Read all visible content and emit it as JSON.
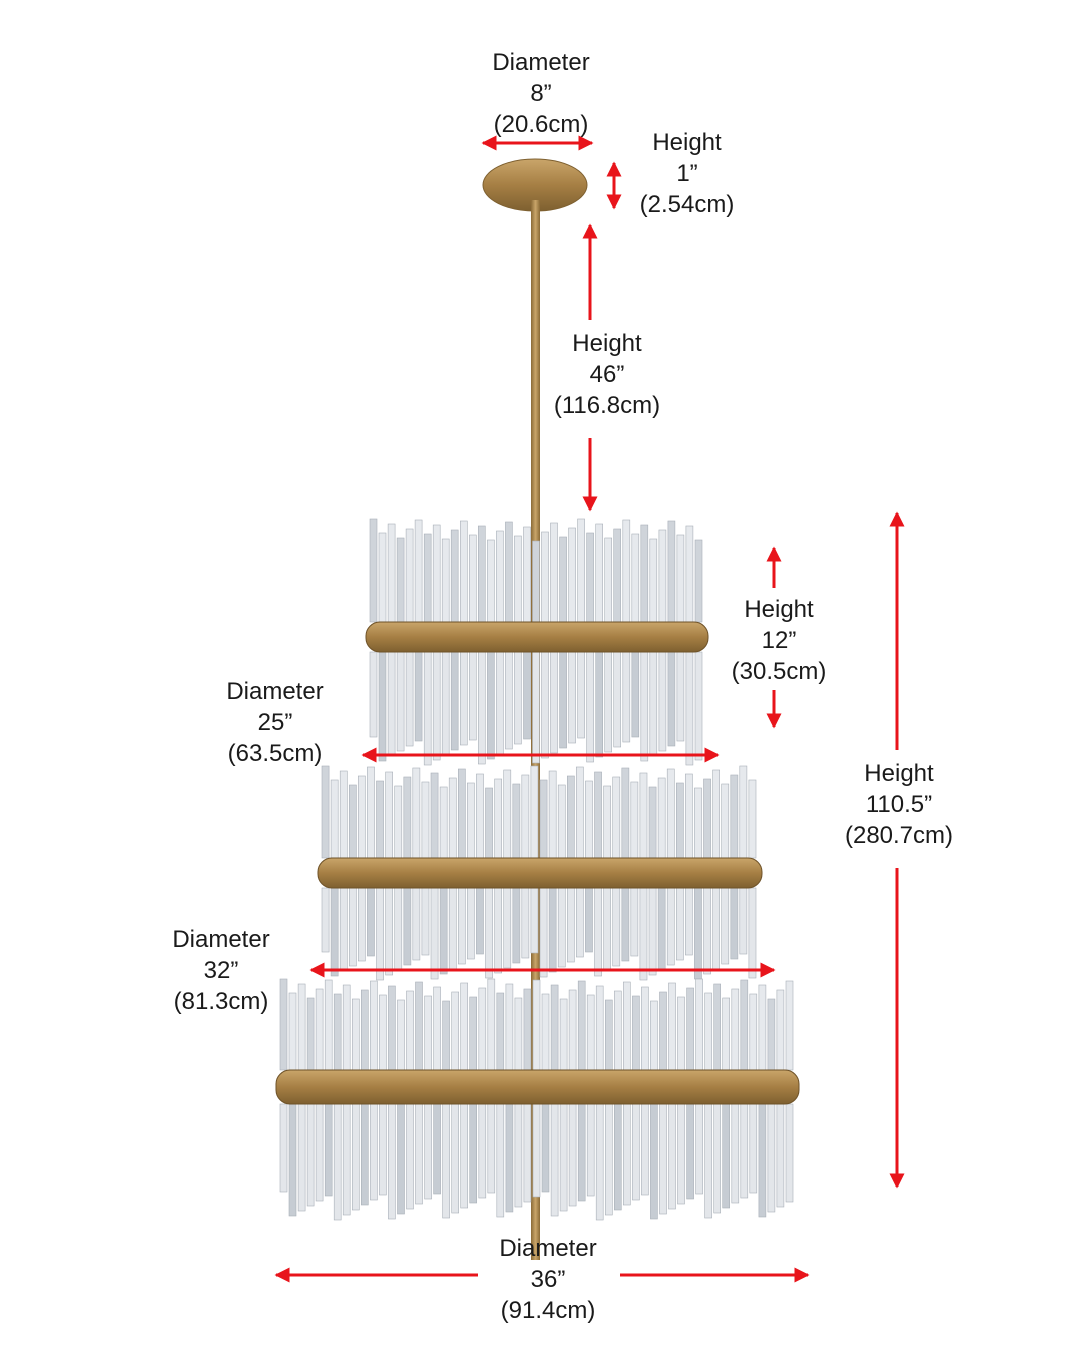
{
  "colors": {
    "arrow": "#e8141b",
    "brass": "#b08a4e",
    "brass_dark": "#8a6a36",
    "crystal": "#d9dde2",
    "text": "#1a1a1a"
  },
  "dimensions": {
    "canopy_diameter": {
      "label": "Diameter",
      "imperial": "8”",
      "metric": "(20.6cm)"
    },
    "canopy_height": {
      "label": "Height",
      "imperial": "1”",
      "metric": "(2.54cm)"
    },
    "rod_height": {
      "label": "Height",
      "imperial": "46”",
      "metric": "(116.8cm)"
    },
    "tier_height": {
      "label": "Height",
      "imperial": "12”",
      "metric": "(30.5cm)"
    },
    "top_tier_diameter": {
      "label": "Diameter",
      "imperial": "25”",
      "metric": "(63.5cm)"
    },
    "total_height": {
      "label": "Height",
      "imperial": "110.5”",
      "metric": "(280.7cm)"
    },
    "middle_tier_diameter": {
      "label": "Diameter",
      "imperial": "32”",
      "metric": "(81.3cm)"
    },
    "bottom_tier_diameter": {
      "label": "Diameter",
      "imperial": "36”",
      "metric": "(91.4cm)"
    }
  }
}
